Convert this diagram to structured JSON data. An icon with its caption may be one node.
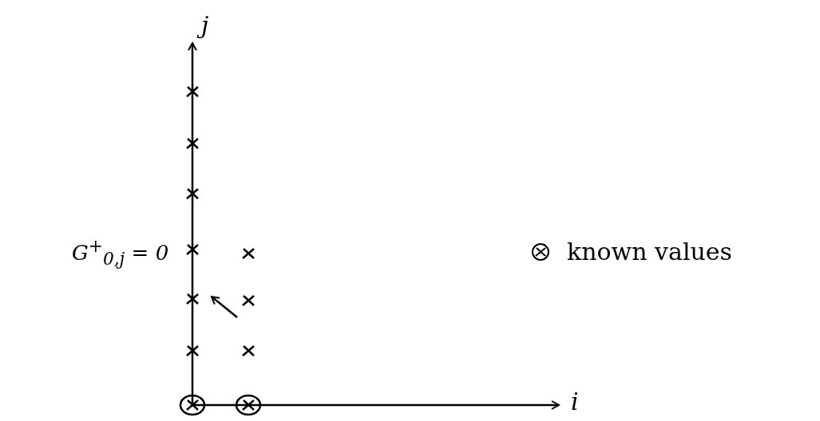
{
  "diagram": {
    "labels": [
      "j",
      "i",
      "G$^{+}$$_{0,j}$ = 0"
    ],
    "legend": [
      {
        "text": "known values"
      }
    ]
  }
}
